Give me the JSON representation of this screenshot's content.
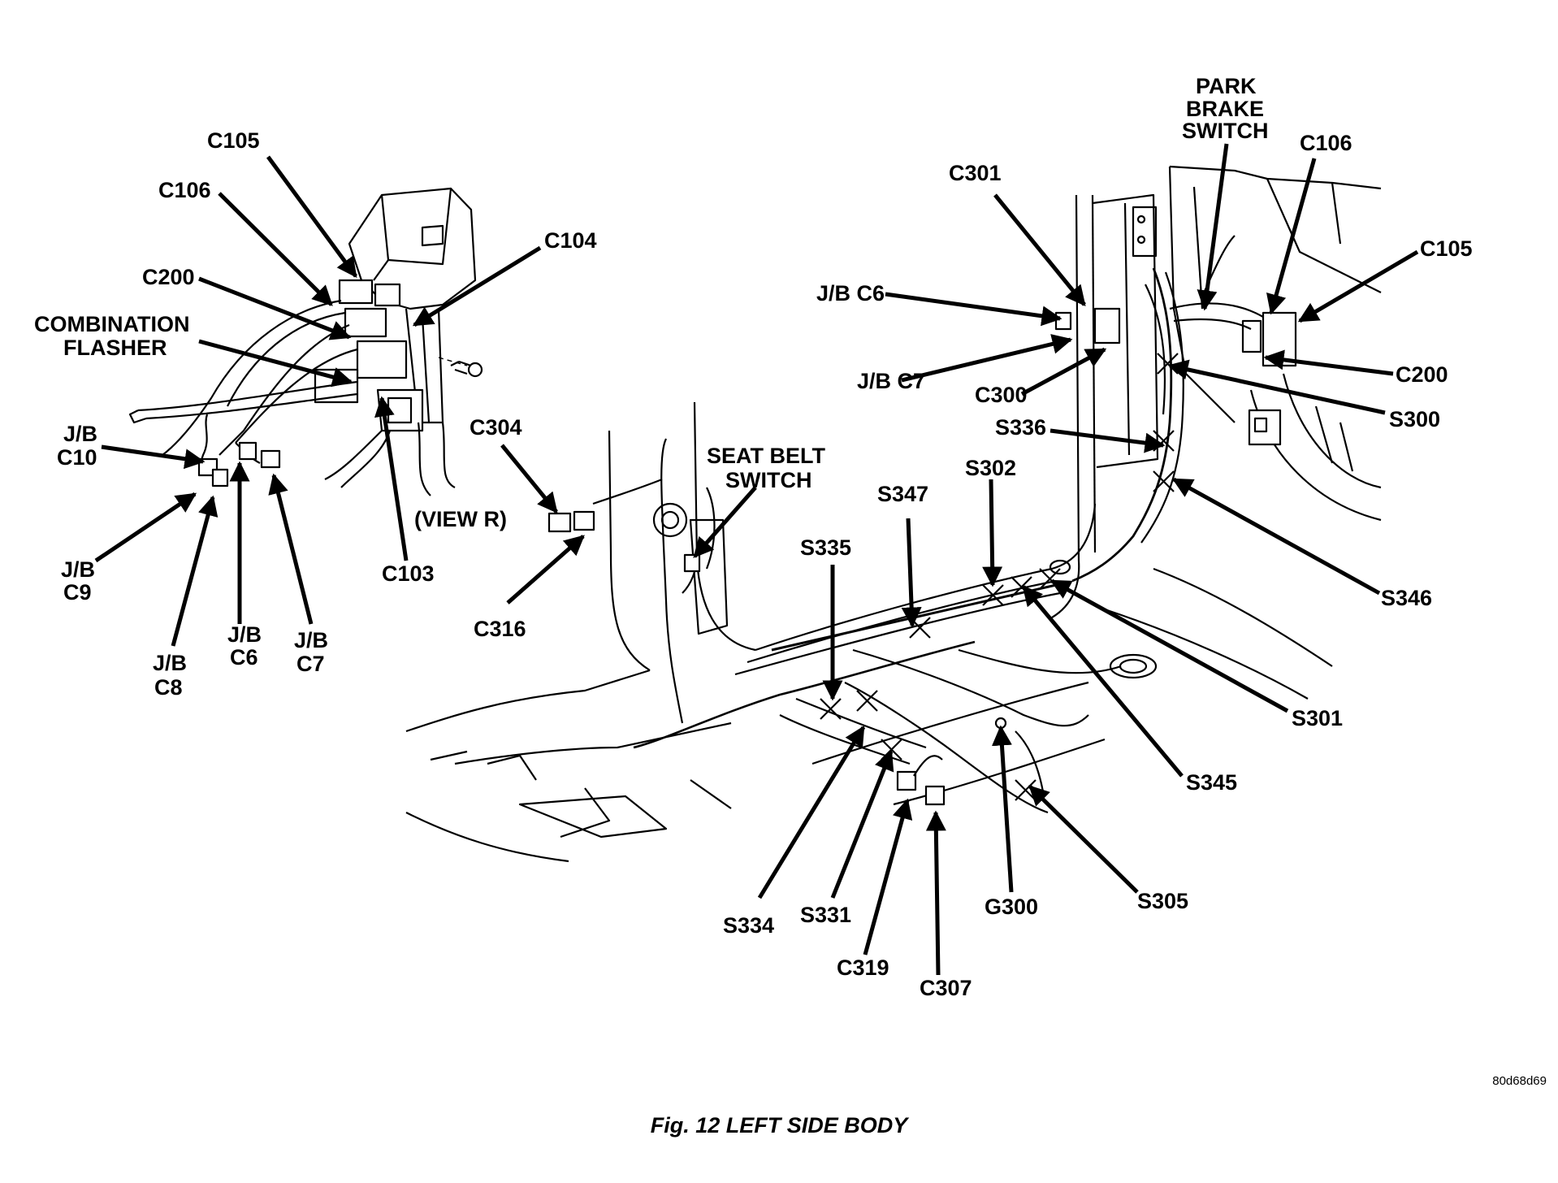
{
  "figure": {
    "caption": "Fig. 12 LEFT SIDE BODY",
    "code": "80d68d69"
  },
  "view_labels": {
    "view_r": "(VIEW R)"
  },
  "callouts": {
    "c105_left": "C105",
    "c106_left": "C106",
    "c104": "C104",
    "c200_left": "C200",
    "combination_flasher_1": "COMBINATION",
    "combination_flasher_2": "FLASHER",
    "jb_c10_1": "J/B",
    "jb_c10_2": "C10",
    "jb_c9_1": "J/B",
    "jb_c9_2": "C9",
    "jb_c8_1": "J/B",
    "jb_c8_2": "C8",
    "jb_c6_left_1": "J/B",
    "jb_c6_left_2": "C6",
    "jb_c7_left_1": "J/B",
    "jb_c7_left_2": "C7",
    "c103": "C103",
    "c304": "C304",
    "c316": "C316",
    "seat_belt_1": "SEAT BELT",
    "seat_belt_2": "SWITCH",
    "c301": "C301",
    "jb_c6_right": "J/B C6",
    "jb_c7_right": "J/B C7",
    "c300": "C300",
    "park_brake_1": "PARK",
    "park_brake_2": "BRAKE",
    "park_brake_3": "SWITCH",
    "c106_right": "C106",
    "c105_right": "C105",
    "c200_right": "C200",
    "s300": "S300",
    "s336": "S336",
    "s346": "S346",
    "s302": "S302",
    "s347": "S347",
    "s335": "S335",
    "s301": "S301",
    "s345": "S345",
    "s305": "S305",
    "g300": "G300",
    "s334": "S334",
    "s331": "S331",
    "c319": "C319",
    "c307": "C307"
  }
}
